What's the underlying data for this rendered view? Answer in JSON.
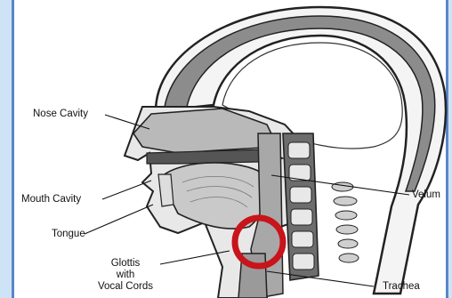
{
  "labels": {
    "nose_cavity": "Nose Cavity",
    "mouth_cavity": "Mouth Cavity",
    "tongue": "Tongue",
    "glottis_line1": "Glottis",
    "glottis_line2": "with",
    "glottis_line3": "Vocal Cords",
    "velum": "Velum",
    "trachea": "Trachea"
  },
  "colors": {
    "frame": "#cfe3f6",
    "frame_edge": "#5a86c9",
    "anatomy_fill": "#b9b9b9",
    "anatomy_dark": "#2a2a2a",
    "highlight_ring": "#c8141a"
  }
}
